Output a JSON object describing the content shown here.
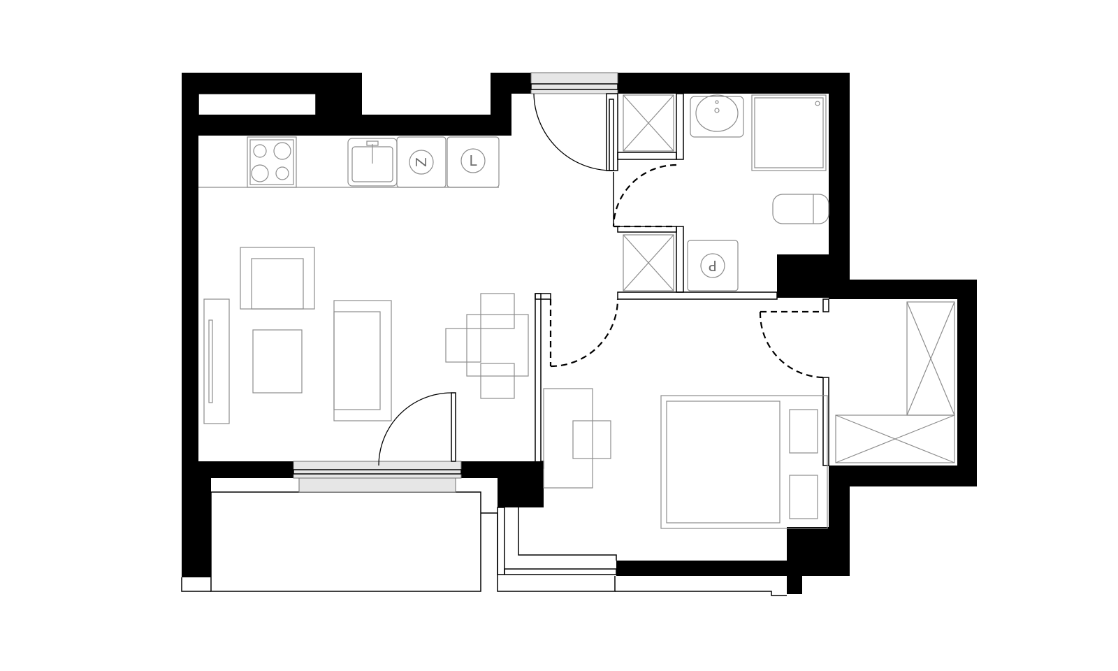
{
  "plan": {
    "colors": {
      "wall": "#000000",
      "furniture_line": "#8c8c8c",
      "glazing_fill": "#e6e6e6",
      "background": "#ffffff"
    },
    "appliance_symbols": {
      "dishwasher": "Z",
      "fridge": "L",
      "washing_machine": "P"
    }
  }
}
